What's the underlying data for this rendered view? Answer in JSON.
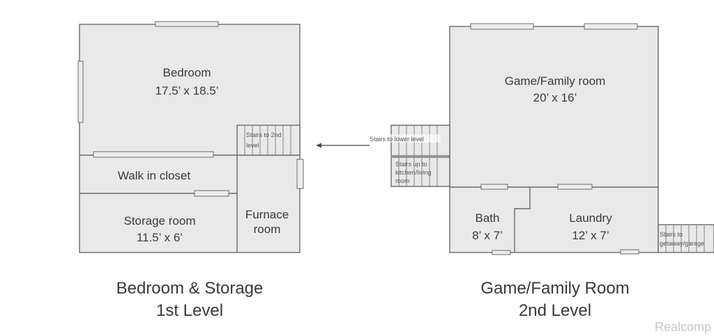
{
  "level1": {
    "bedroom": {
      "name": "Bedroom",
      "size": "17.5’ x 18.5’"
    },
    "stairs_to_2nd": {
      "line1": "Stairs to 2nd",
      "line2": "level"
    },
    "walk_in_closet": {
      "name": "Walk in closet"
    },
    "storage_room": {
      "name": "Storage room",
      "size": "11.5’ x 6’"
    },
    "furnace_room": {
      "line1": "Furnace",
      "line2": "room"
    },
    "caption": {
      "line1": "Bedroom & Storage",
      "line2": "1st Level"
    }
  },
  "level2": {
    "game_room": {
      "name": "Game/Family room",
      "size": "20’ x 16’"
    },
    "stairs_lower": {
      "label": "Stairs to lower level"
    },
    "stairs_kitchen": {
      "line1": "Stairs up to",
      "line2": "kitchen/living",
      "line3": "room"
    },
    "bath": {
      "name": "Bath",
      "size": "8’ x 7’"
    },
    "laundry": {
      "name": "Laundry",
      "size": "12’ x 7’"
    },
    "stairs_garage": {
      "line1": "Stairs to",
      "line2": "getaway/garage"
    },
    "caption": {
      "line1": "Game/Family Room",
      "line2": "2nd Level"
    }
  },
  "watermark": "Realcomp",
  "colors": {
    "wall": "#6b6b6b",
    "floor": "#e9e9e9",
    "text": "#3a3a3a"
  }
}
